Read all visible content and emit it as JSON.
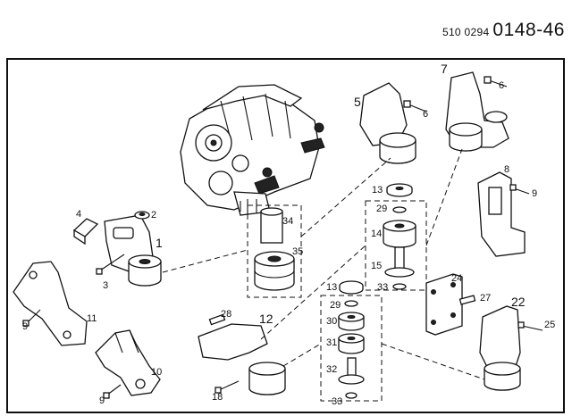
{
  "header": {
    "doc_prefix": "510 0294",
    "doc_number": "0148-46"
  },
  "callouts": {
    "c1": "1",
    "c2": "2",
    "c3": "3",
    "c4": "4",
    "c5": "5",
    "c6a": "6",
    "c6b": "6",
    "c7": "7",
    "c8": "8",
    "c9a": "9",
    "c9b": "9",
    "c9c": "9",
    "c10": "10",
    "c11": "11",
    "c12": "12",
    "c13a": "13",
    "c13b": "13",
    "c14": "14",
    "c15": "15",
    "c18": "18",
    "c22": "22",
    "c24": "24",
    "c25": "25",
    "c27": "27",
    "c28": "28",
    "c29a": "29",
    "c29b": "29",
    "c30": "30",
    "c31": "31",
    "c32": "32",
    "c33a": "33",
    "c33b": "33",
    "c34": "34",
    "c35": "35"
  }
}
